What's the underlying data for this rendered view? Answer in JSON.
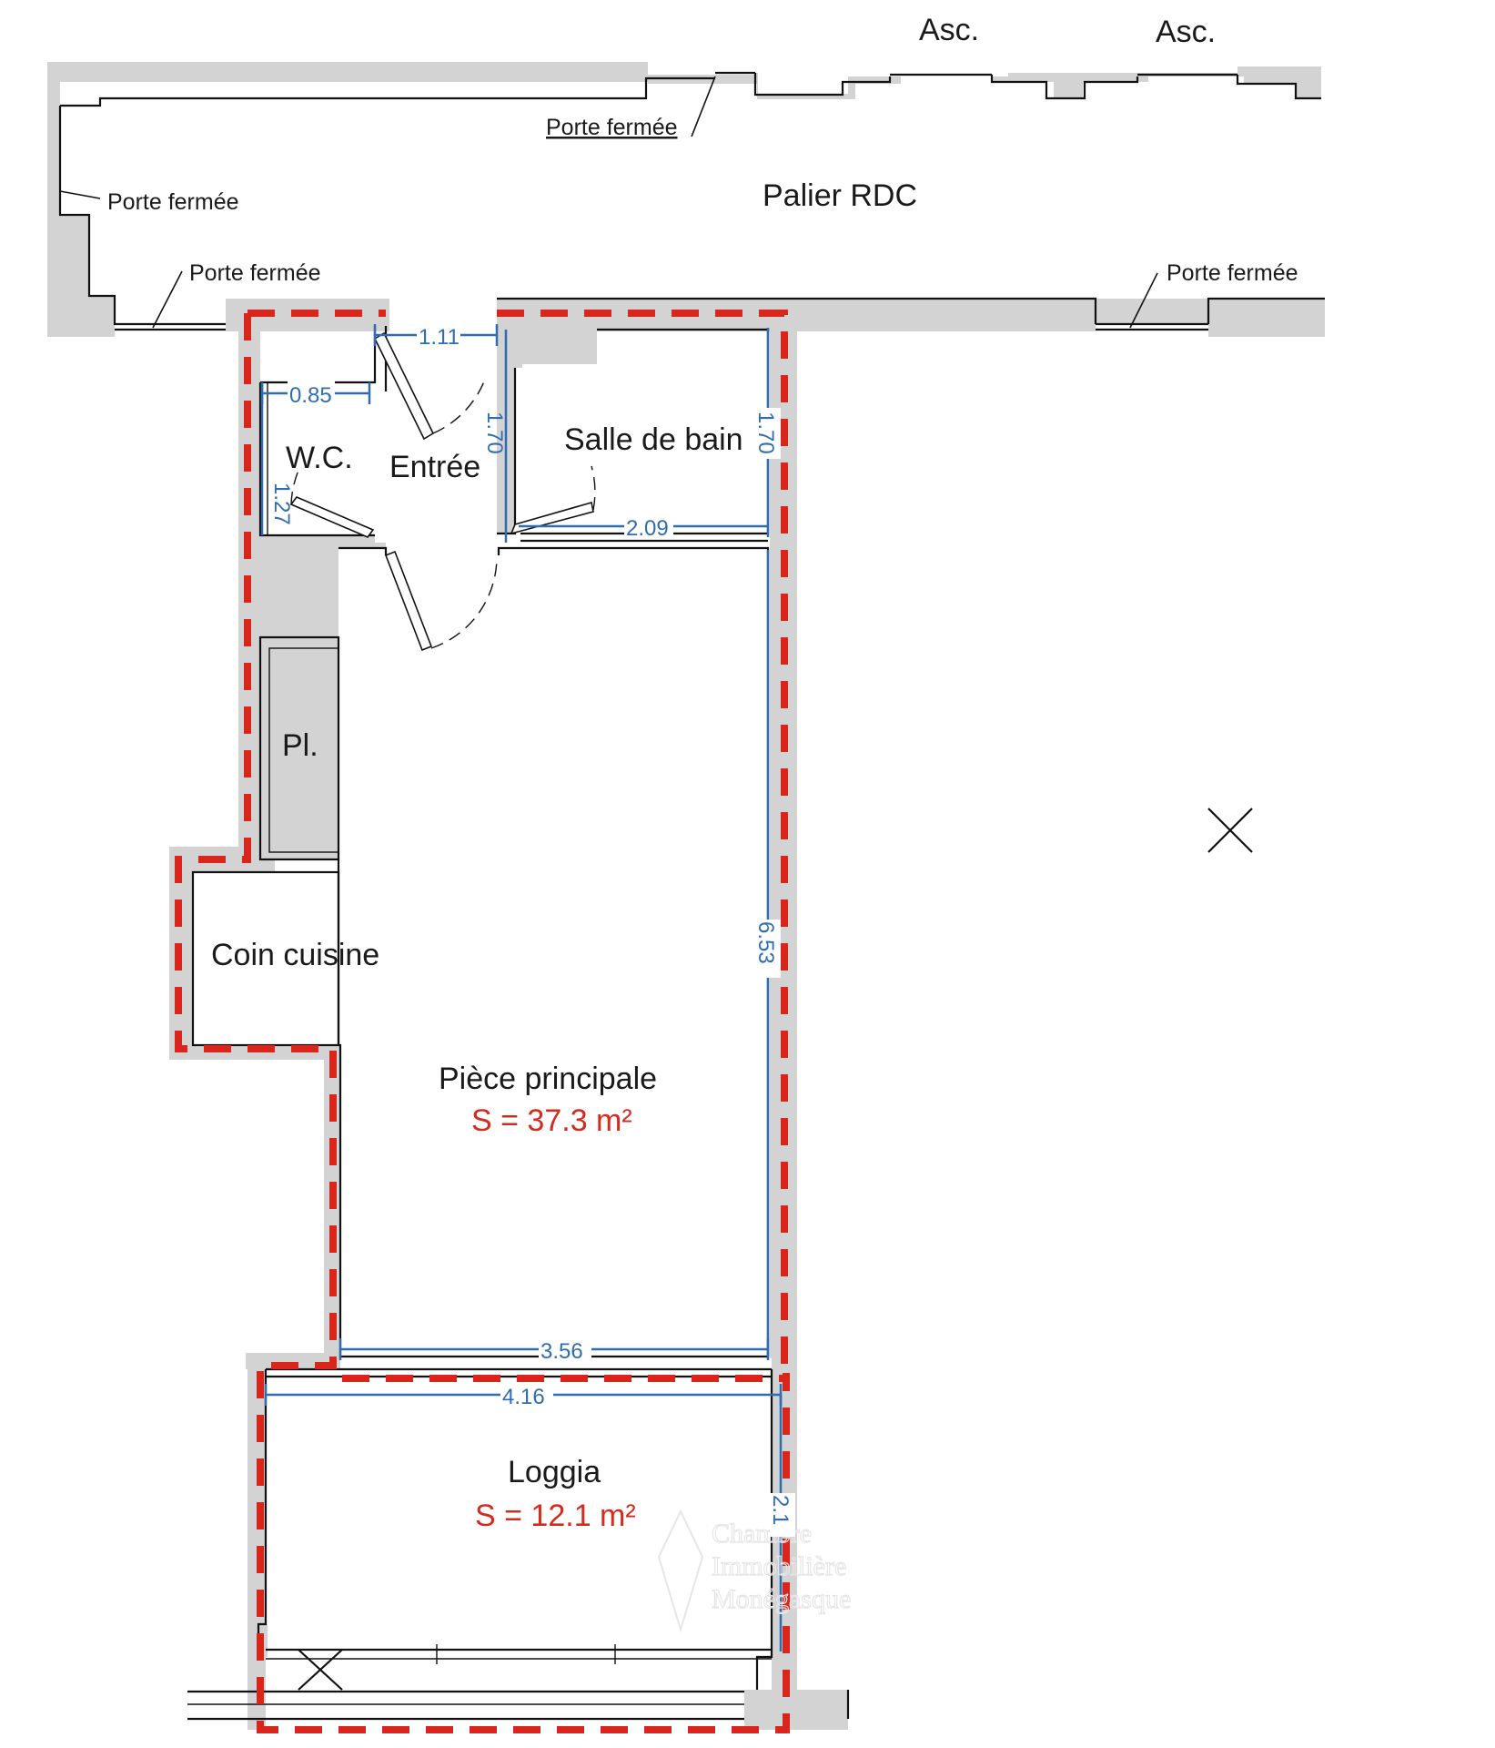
{
  "labels": {
    "asc_1": "Asc.",
    "asc_2": "Asc.",
    "landing": "Palier RDC",
    "door_top": "Porte fermée",
    "door_left": "Porte fermée",
    "door_lower_left": "Porte fermée",
    "door_right": "Porte fermée",
    "wc": "W.C.",
    "entree": "Entrée",
    "bathroom": "Salle de bain",
    "closet": "Pl.",
    "kitchen": "Coin cuisine",
    "main_room": "Pièce principale",
    "main_room_area": "S = 37.3 m²",
    "loggia": "Loggia",
    "loggia_area": "S = 12.1 m²"
  },
  "dimensions": {
    "entree_width": "1.11",
    "wc_width": "0.85",
    "wc_depth": "1.27",
    "entree_depth": "1.70",
    "bath_depth": "1.70",
    "bath_width": "2.09",
    "main_depth": "6.53",
    "main_width": "3.56",
    "loggia_width": "4.16",
    "loggia_depth": "2.1"
  },
  "watermark": {
    "line1": "Chambre",
    "line2": "Immobilière",
    "line3": "Monégasque"
  },
  "colors": {
    "wall": "#d3d3d3",
    "boundary": "#d8261c",
    "dimension": "#2f6db0",
    "area_text": "#d42a20"
  }
}
